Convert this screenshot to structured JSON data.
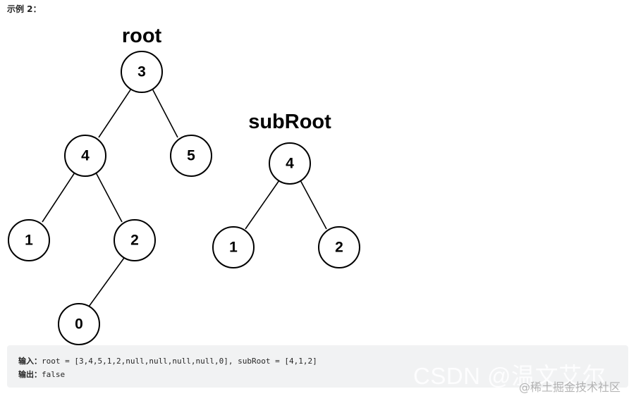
{
  "heading": "示例 2：",
  "trees": {
    "root": {
      "title": "root",
      "nodes": [
        "3",
        "4",
        "5",
        "1",
        "2",
        "0"
      ]
    },
    "subRoot": {
      "title": "subRoot",
      "nodes": [
        "4",
        "1",
        "2"
      ]
    }
  },
  "io": {
    "input_label": "输入：",
    "input_value": "root = [3,4,5,1,2,null,null,null,null,0], subRoot = [4,1,2]",
    "output_label": "输出：",
    "output_value": "false"
  },
  "watermark": {
    "large": "CSDN @温文艾尔",
    "small": "@稀土掘金技术社区"
  }
}
